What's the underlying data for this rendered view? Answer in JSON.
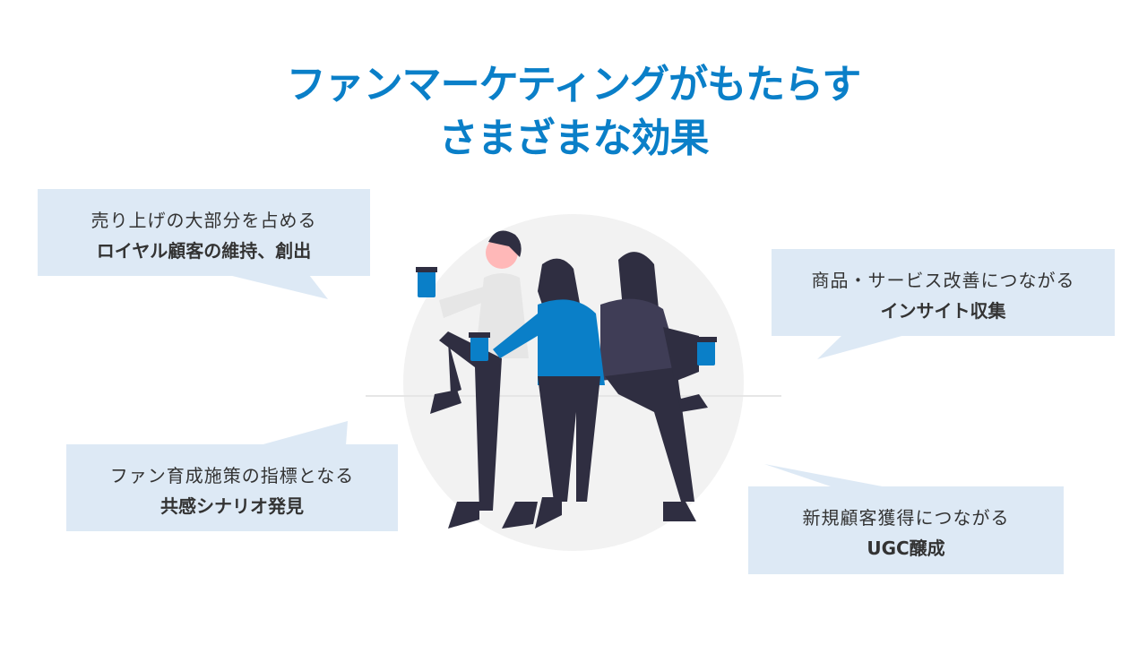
{
  "title": {
    "line1": "ファンマーケティングがもたらす",
    "line2": "さまざまな効果"
  },
  "callouts": [
    {
      "line1": "売り上げの大部分を占める",
      "line2": "ロイヤル顧客の維持、創出"
    },
    {
      "line1": "商品・サービス改善につながる",
      "line2": "インサイト収集"
    },
    {
      "line1": "ファン育成施策の指標となる",
      "line2": "共感シナリオ発見"
    },
    {
      "line1": "新規顧客獲得につながる",
      "line2": "UGC醸成"
    }
  ],
  "colors": {
    "accent": "#0a7fc8",
    "callout_bg": "#dde9f5",
    "text": "#333333",
    "circle": "#f2f2f2",
    "dark": "#2f2e41"
  }
}
